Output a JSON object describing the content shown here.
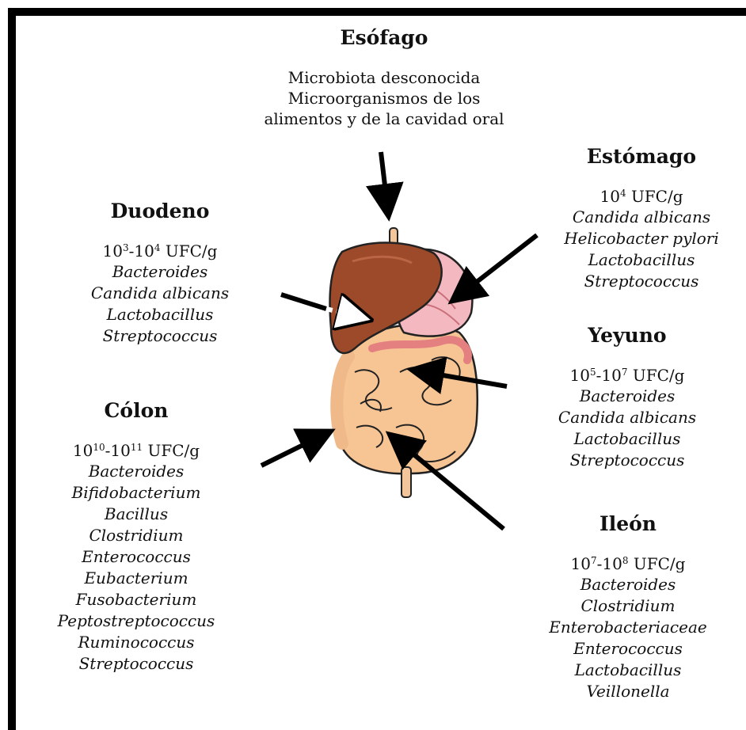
{
  "esofago": {
    "title": "Esófago",
    "lines": [
      "Microbiota  desconocida",
      "Microorganismos de los",
      "alimentos y de la cavidad oral"
    ]
  },
  "estomago": {
    "title": "Estómago",
    "count": {
      "base1": "10",
      "exp1": "4",
      "base2": "",
      "exp2": "",
      "unit": "UFC/g"
    },
    "organisms": [
      "Candida albicans",
      "Helicobacter pylori",
      "Lactobacillus",
      "Streptococcus"
    ]
  },
  "duodeno": {
    "title": "Duodeno",
    "count": {
      "base1": "10",
      "exp1": "3",
      "base2": "10",
      "exp2": "4",
      "unit": "UFC/g"
    },
    "organisms": [
      "Bacteroides",
      "Candida albicans",
      "Lactobacillus",
      "Streptococcus"
    ]
  },
  "yeyuno": {
    "title": "Yeyuno",
    "count": {
      "base1": "10",
      "exp1": "5",
      "base2": "10",
      "exp2": "7",
      "unit": "UFC/g"
    },
    "organisms": [
      "Bacteroides",
      "Candida albicans",
      "Lactobacillus",
      "Streptococcus"
    ]
  },
  "colon": {
    "title": "Cólon",
    "count": {
      "base1": "10",
      "exp1": "10",
      "base2": "10",
      "exp2": "11",
      "unit": "UFC/g"
    },
    "organisms": [
      "Bacteroides",
      "Bifidobacterium",
      "Bacillus",
      "Clostridium",
      "Enterococcus",
      "Eubacterium",
      "Fusobacterium",
      "Peptostreptococcus",
      "Ruminococcus",
      "Streptococcus"
    ]
  },
  "ileon": {
    "title": "Ileón",
    "count": {
      "base1": "10",
      "exp1": "7",
      "base2": "10",
      "exp2": "8",
      "unit": "UFC/g"
    },
    "organisms": [
      "Bacteroides",
      "Clostridium",
      "Enterobacteriaceae",
      "Enterococcus",
      "Lactobacillus",
      "Veillonella"
    ]
  }
}
